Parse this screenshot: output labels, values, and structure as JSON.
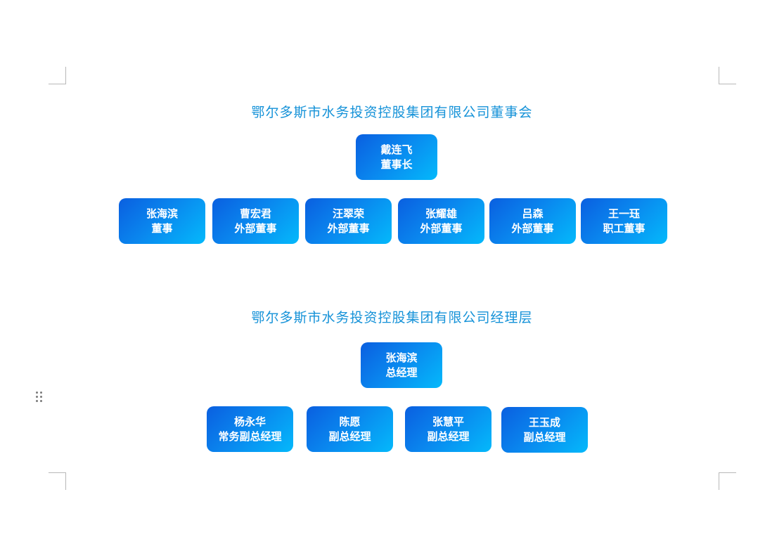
{
  "board": {
    "title": "鄂尔多斯市水务投资控股集团有限公司董事会",
    "chair": {
      "name": "戴连飞",
      "role": "董事长"
    },
    "members": [
      {
        "name": "张海滨",
        "role": "董事"
      },
      {
        "name": "曹宏君",
        "role": "外部董事"
      },
      {
        "name": "汪翠荣",
        "role": "外部董事"
      },
      {
        "name": "张耀雄",
        "role": "外部董事"
      },
      {
        "name": "吕森",
        "role": "外部董事"
      },
      {
        "name": "王一珏",
        "role": "职工董事"
      }
    ]
  },
  "management": {
    "title": "鄂尔多斯市水务投资控股集团有限公司经理层",
    "head": {
      "name": "张海滨",
      "role": "总经理"
    },
    "members": [
      {
        "name": "杨永华",
        "role": "常务副总经理"
      },
      {
        "name": "陈愿",
        "role": "副总经理"
      },
      {
        "name": "张慧平",
        "role": "副总经理"
      },
      {
        "name": "王玉成",
        "role": "副总经理"
      }
    ]
  }
}
